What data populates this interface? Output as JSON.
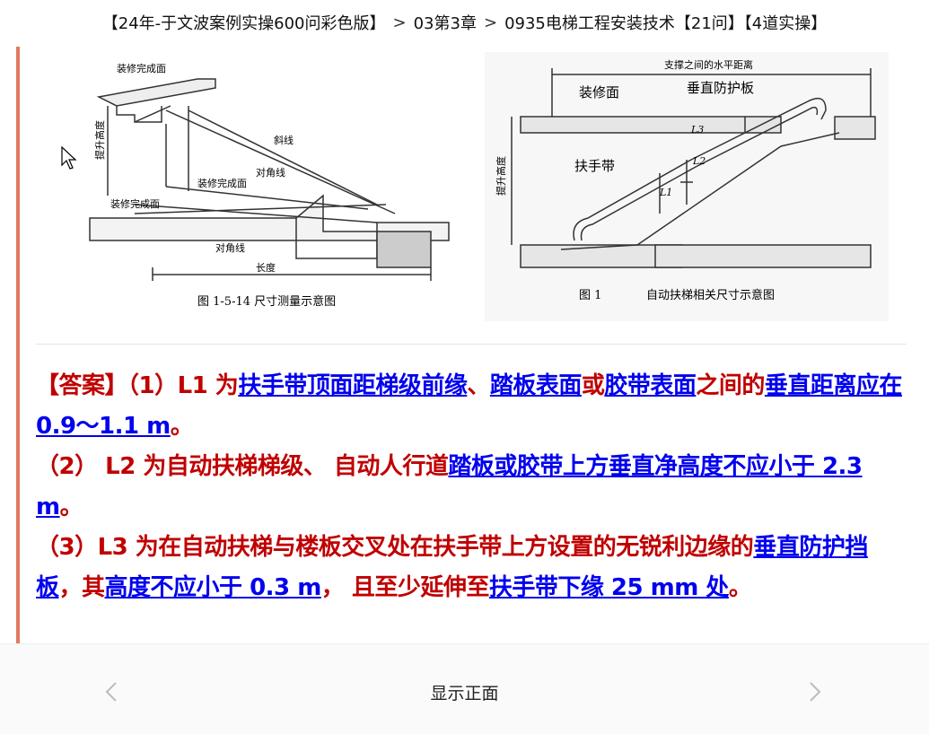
{
  "breadcrumb": {
    "items": [
      "【24年-于文波案例实操600问彩色版】",
      "03第3章",
      "0935电梯工程安装技术【21问】【4道实操】"
    ],
    "separator": ">"
  },
  "figure_left": {
    "top_label": "装修完成面",
    "vertical_label": "提升高度",
    "mid_label": "装修完成面",
    "bottom_label": "装修完成面",
    "diagonal_label": "斜线",
    "cross_label": "对角线",
    "cross_label2": "对角线",
    "length_label": "长度",
    "caption": "图 1-5-14   尺寸测量示意图"
  },
  "figure_right": {
    "top_label": "支撑之间的水平距离",
    "decor_label": "装修面",
    "guard_label": "垂直防护板",
    "handrail_label": "扶手带",
    "rise_label": "提升高度",
    "l1": "L1",
    "l2": "L2",
    "l3": "L3",
    "caption_num": "图 1",
    "caption": "自动扶梯相关尺寸示意图"
  },
  "answer": {
    "p1": [
      {
        "t": "【答案】（1）L1 为",
        "u": false
      },
      {
        "t": "扶手带顶面距梯级前缘",
        "u": true
      },
      {
        "t": "、",
        "u": false
      },
      {
        "t": "踏板表面",
        "u": true
      },
      {
        "t": "或",
        "u": false
      },
      {
        "t": "胶带表面",
        "u": true
      },
      {
        "t": "之间的",
        "u": false
      },
      {
        "t": "垂直距离应在 0.9～1.1 m",
        "u": true
      },
      {
        "t": "。",
        "u": false
      }
    ],
    "p2": [
      {
        "t": "（2） L2 为自动扶梯梯级、 自动人行道",
        "u": false
      },
      {
        "t": "踏板或胶带上方垂直净高度不应小于 2.3 m",
        "u": true
      },
      {
        "t": "。",
        "u": false
      }
    ],
    "p3": [
      {
        "t": "（3）L3 为在自动扶梯与楼板交叉处在扶手带上方设置的无锐利边缘的",
        "u": false
      },
      {
        "t": "垂直防护挡板",
        "u": true
      },
      {
        "t": "，其",
        "u": false
      },
      {
        "t": "高度不应小于 0.3 m",
        "u": true
      },
      {
        "t": "， 且至少延伸至",
        "u": false
      },
      {
        "t": "扶手带下缘 25 mm 处",
        "u": true
      },
      {
        "t": "。",
        "u": false
      }
    ]
  },
  "footer": {
    "show_front_label": "显示正面",
    "prev_icon": "chevron-left-icon",
    "next_icon": "chevron-right-icon"
  },
  "colors": {
    "accent_bar": "#e07a5f",
    "answer_text": "#c00000",
    "answer_link": "#0000ee"
  }
}
